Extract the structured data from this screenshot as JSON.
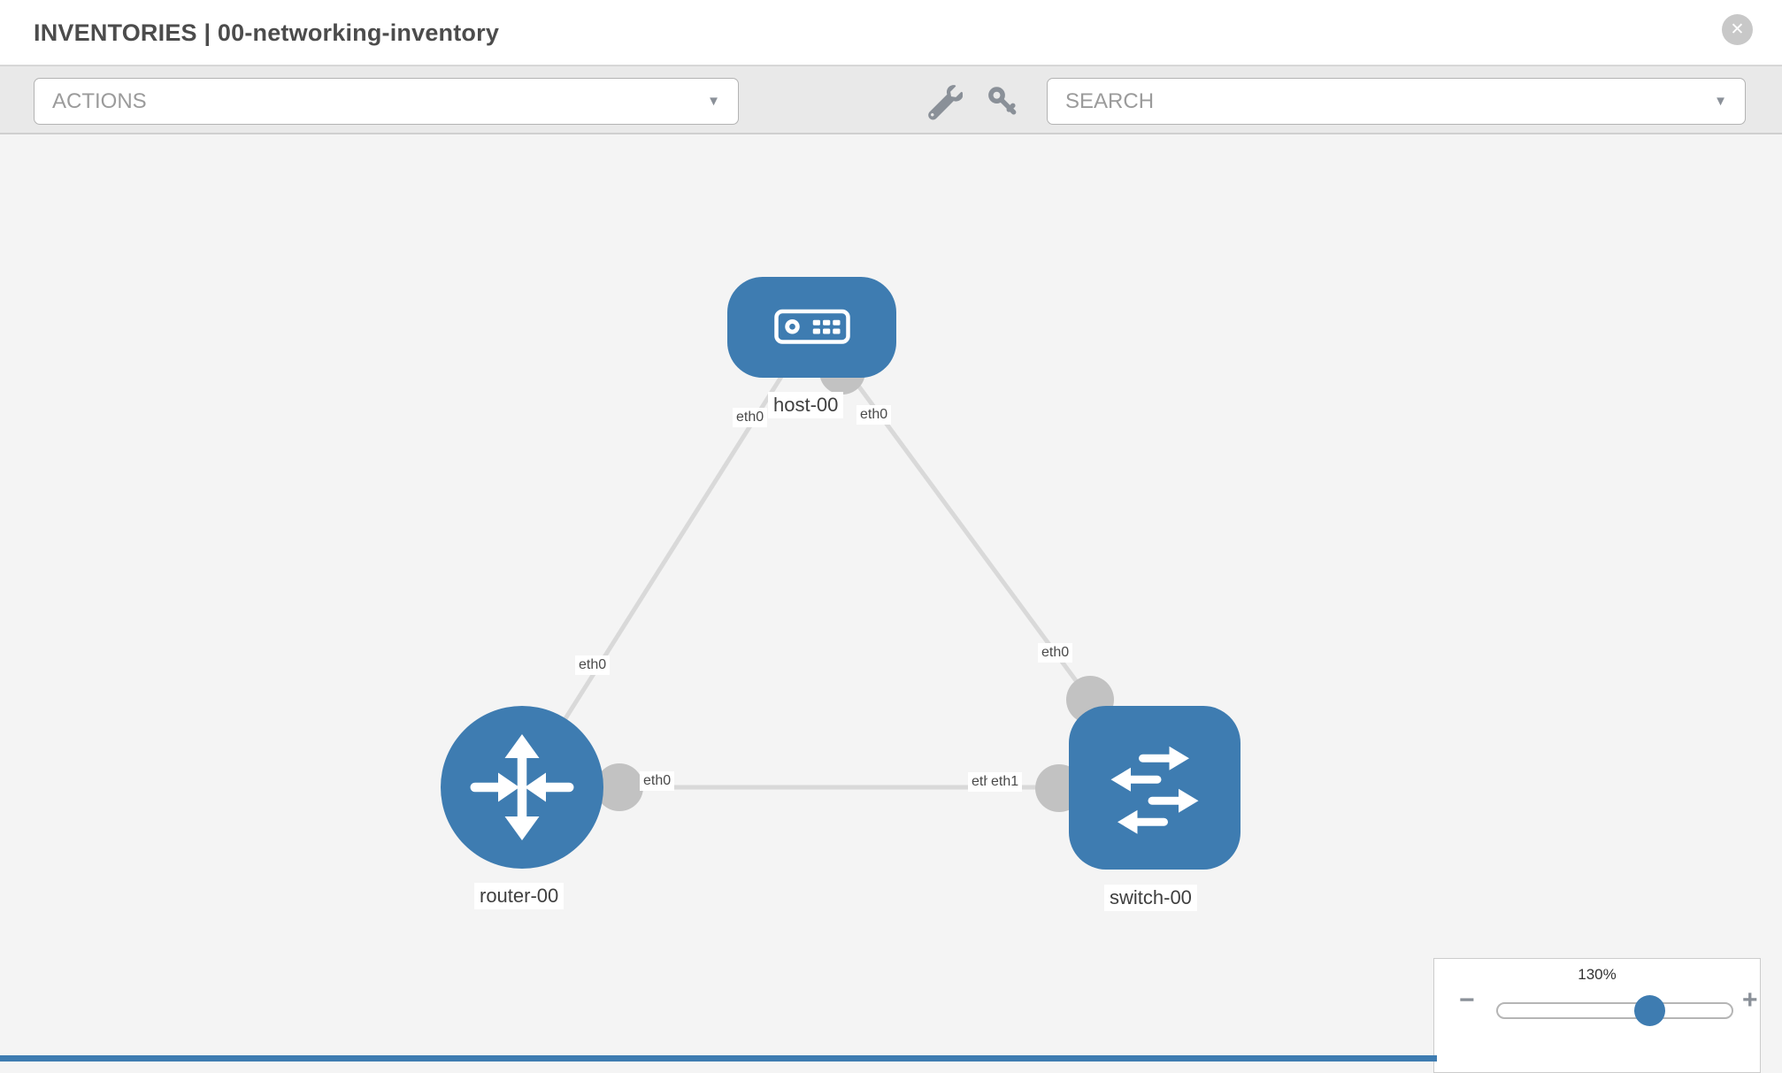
{
  "header": {
    "title": "INVENTORIES | 00-networking-inventory"
  },
  "toolbar": {
    "actions": {
      "label": "ACTIONS"
    },
    "search": {
      "label": "SEARCH"
    },
    "icons": [
      {
        "name": "wrench-icon"
      },
      {
        "name": "key-icon"
      }
    ]
  },
  "glyphs": {
    "caret": "▼",
    "close": "✕",
    "minus": "−",
    "plus": "+"
  },
  "topology": {
    "nodes": [
      {
        "label": "host-00",
        "type": "host"
      },
      {
        "label": "router-00",
        "type": "router"
      },
      {
        "label": "switch-00",
        "type": "switch"
      }
    ],
    "links": [
      {
        "from": "host-00",
        "from_if": "eth0",
        "to": "router-00",
        "to_if": "eth0"
      },
      {
        "from": "host-00",
        "from_if": "eth0",
        "to": "switch-00",
        "to_if": "eth0"
      },
      {
        "from": "router-00",
        "from_if": "eth0",
        "to": "switch-00",
        "to_if": "eth1"
      }
    ],
    "overlapped_label": "eth0"
  },
  "zoom_control": {
    "level": "130%"
  },
  "colors": {
    "node_blue": "#3e7cb1",
    "link_gray": "#d9d9d9",
    "endpoint_gray": "#c2c2c2"
  }
}
